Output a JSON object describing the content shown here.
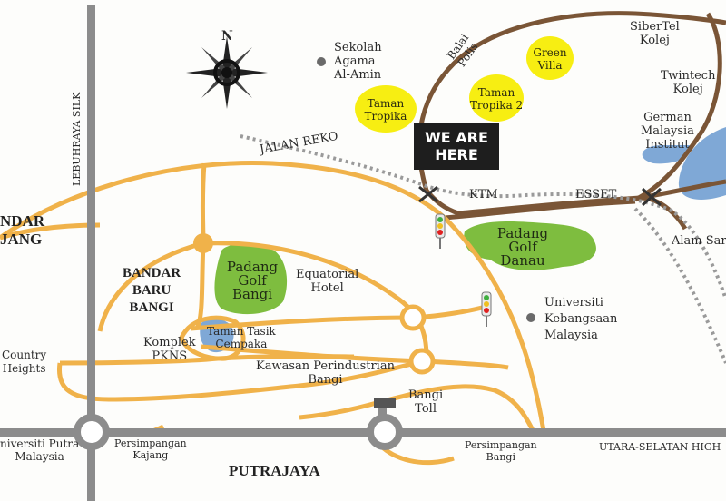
{
  "map": {
    "badge": {
      "line1": "WE ARE",
      "line2": "HERE"
    },
    "compass": {
      "north": "N"
    },
    "roads": {
      "lebuhraya_silk": "LEBUHRAYA SILK",
      "jalan_reko": "JALAN REKO",
      "ktm": "KTM",
      "esset": "ESSET",
      "balai_polis": [
        "Balai",
        "Polis"
      ],
      "utara_selatan": "UTARA-SELATAN HIGH"
    },
    "towns": {
      "bandar_kajang": [
        "NDAR",
        "JANG"
      ],
      "bandar_baru_bangi": [
        "BANDAR",
        "BARU",
        "BANGI"
      ],
      "putrajaya": "PUTRAJAYA"
    },
    "parks": {
      "padang_golf_bangi": [
        "Padang",
        "Golf",
        "Bangi"
      ],
      "padang_golf_danau": [
        "Padang",
        "Golf",
        "Danau"
      ],
      "taman_tasik_cempaka": [
        "Taman Tasik",
        "Cempaka"
      ]
    },
    "housing": {
      "taman_tropika": [
        "Taman",
        "Tropika"
      ],
      "taman_tropika_2": [
        "Taman",
        "Tropika 2"
      ],
      "green_villa": [
        "Green",
        "Villa"
      ]
    },
    "places": {
      "sekolah": [
        "Sekolah",
        "Agama",
        "Al-Amin"
      ],
      "sibertel": [
        "SiberTel",
        "Kolej"
      ],
      "twintech": [
        "Twintech",
        "Kolej"
      ],
      "german_malaysia": [
        "German",
        "Malaysia",
        "Institut"
      ],
      "alam_sari": "Alam Sar",
      "equatorial": [
        "Equatorial",
        "Hotel"
      ],
      "komplek_pkns": [
        "Komplek",
        "PKNS"
      ],
      "country_heights": [
        "Country",
        "Heights"
      ],
      "kawasan": [
        "Kawasan Perindustrian",
        "Bangi"
      ],
      "bangi_toll": [
        "Bangi",
        "Toll"
      ],
      "ukm": [
        "Universiti",
        "Kebangsaan",
        "Malaysia"
      ],
      "upm": [
        "niversiti Putra",
        "Malaysia"
      ],
      "persimpangan_kajang": [
        "Persimpangan",
        "Kajang"
      ],
      "persimpangan_bangi": [
        "Persimpangan",
        "Bangi"
      ]
    },
    "colors": {
      "highway": "#8c8c8c",
      "road_orange": "#f0b24a",
      "road_brown": "#7a5536",
      "rail": "#9a9a9a",
      "park_green": "#7ebd3f",
      "housing_yellow": "#f7ee12",
      "water_blue": "#7fa8d6",
      "badge_black": "#1e1e1e"
    }
  }
}
